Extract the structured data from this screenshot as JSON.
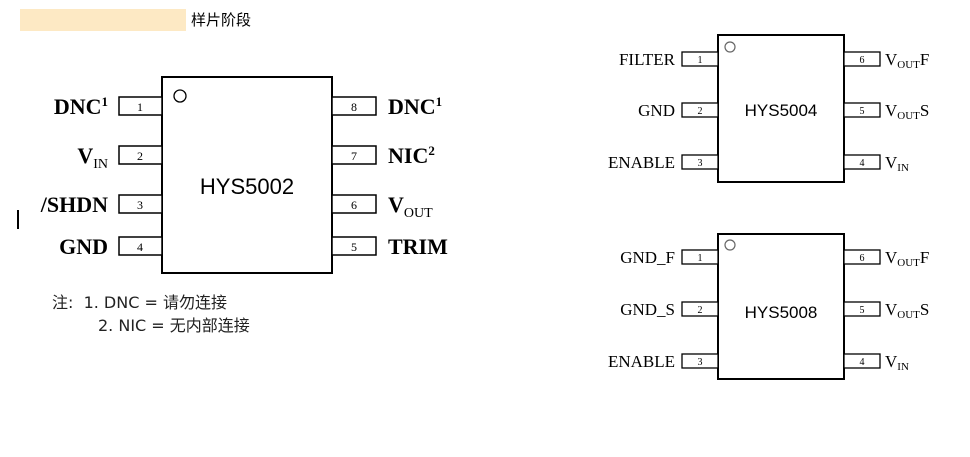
{
  "header": {
    "title": "样片阶段"
  },
  "chip_a": {
    "name": "HYS5002",
    "left_pins": [
      {
        "num": "1",
        "label": "DNC",
        "sup": "1",
        "sub": ""
      },
      {
        "num": "2",
        "label": "V",
        "sup": "",
        "sub": "IN"
      },
      {
        "num": "3",
        "label": "/SHDN",
        "sup": "",
        "sub": ""
      },
      {
        "num": "4",
        "label": "GND",
        "sup": "",
        "sub": ""
      }
    ],
    "right_pins": [
      {
        "num": "8",
        "label": "DNC",
        "sup": "1",
        "sub": ""
      },
      {
        "num": "7",
        "label": "NIC",
        "sup": "2",
        "sub": ""
      },
      {
        "num": "6",
        "label": "V",
        "sup": "",
        "sub": "OUT"
      },
      {
        "num": "5",
        "label": "TRIM",
        "sup": "",
        "sub": ""
      }
    ]
  },
  "notes": {
    "line1": "注:  1. DNC = 请勿连接",
    "line2": "2. NIC = 无内部连接"
  },
  "chip_b": {
    "name": "HYS5004",
    "left_pins": [
      {
        "num": "1",
        "label": "FILTER",
        "sub": ""
      },
      {
        "num": "2",
        "label": "GND",
        "sub": ""
      },
      {
        "num": "3",
        "label": "ENABLE",
        "sub": ""
      }
    ],
    "right_pins": [
      {
        "num": "6",
        "label": "V",
        "sub": "OUT",
        "suffix": "F"
      },
      {
        "num": "5",
        "label": "V",
        "sub": "OUT",
        "suffix": "S"
      },
      {
        "num": "4",
        "label": "V",
        "sub": "IN",
        "suffix": ""
      }
    ]
  },
  "chip_c": {
    "name": "HYS5008",
    "left_pins": [
      {
        "num": "1",
        "label": "GND_F",
        "sub": ""
      },
      {
        "num": "2",
        "label": "GND_S",
        "sub": ""
      },
      {
        "num": "3",
        "label": "ENABLE",
        "sub": ""
      }
    ],
    "right_pins": [
      {
        "num": "6",
        "label": "V",
        "sub": "OUT",
        "suffix": "F"
      },
      {
        "num": "5",
        "label": "V",
        "sub": "OUT",
        "suffix": "S"
      },
      {
        "num": "4",
        "label": "V",
        "sub": "IN",
        "suffix": ""
      }
    ]
  }
}
